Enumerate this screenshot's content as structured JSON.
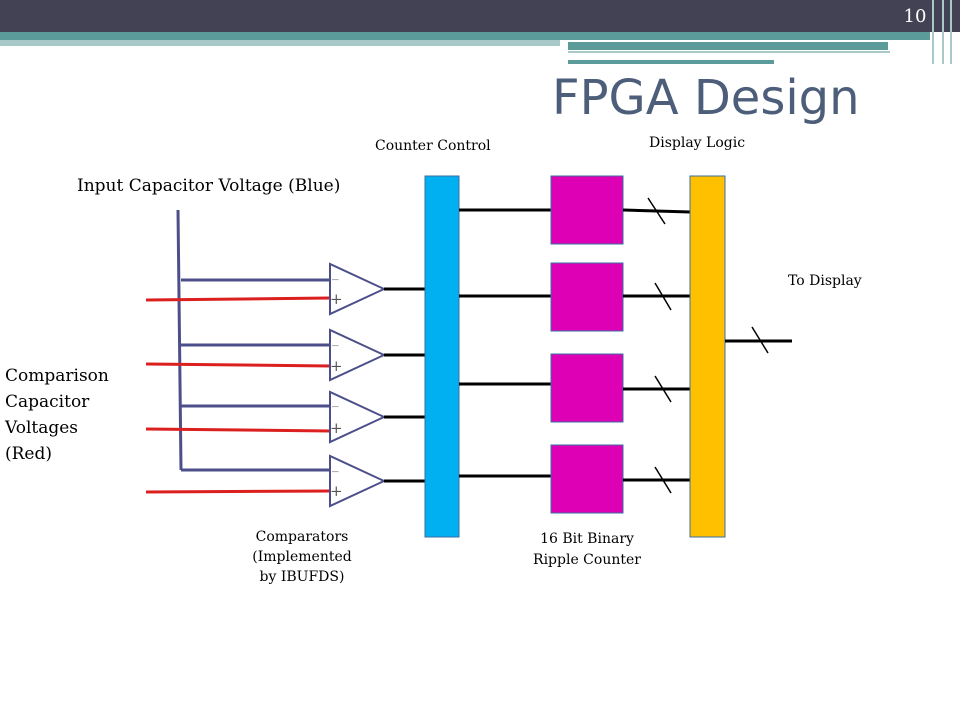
{
  "slide": {
    "number": "10",
    "title": "FPGA Design"
  },
  "labels": {
    "counter_control": "Counter Control",
    "display_logic": "Display Logic",
    "input_voltage": "Input Capacitor Voltage (Blue)",
    "to_display": "To Display",
    "comparison": [
      "Comparison",
      "Capacitor",
      "Voltages",
      "(Red)"
    ],
    "comparators": [
      "Comparators",
      "(Implemented",
      "by IBUFDS)"
    ],
    "counter": [
      "16 Bit Binary",
      "Ripple Counter"
    ],
    "comparator_minus": "_",
    "comparator_plus": "+"
  },
  "colors": {
    "header_bar": "#434254",
    "accent_teal": "#5b9b9a",
    "accent_light": "#a9c9c8",
    "title_text": "#4d5e7a",
    "blue_wire": "#4d4f8a",
    "red_wire": "#dc1f1f",
    "counter_control_block": "#00b0f0",
    "counter_block": "#dd00b4",
    "display_logic_block": "#ffc000"
  }
}
